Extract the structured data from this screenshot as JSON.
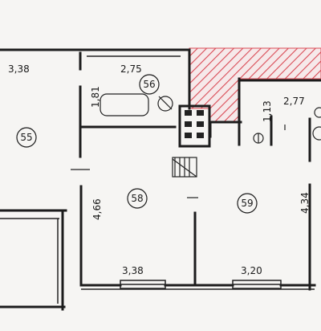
{
  "dimensions": {
    "top_left": "3,38",
    "bath_top": "2,75",
    "bath_side": "1,81",
    "small_room": "1,13",
    "right_room": "2,77",
    "left_height": "4,66",
    "right_height": "4,34",
    "bottom_left": "3,38",
    "bottom_right": "3,20"
  },
  "rooms": {
    "r55": "55",
    "r56": "56",
    "r58": "58",
    "r59": "59"
  },
  "colors": {
    "hatch": "#d94a55",
    "walls": "#1c1c1c",
    "paper": "#f6f5f3"
  }
}
